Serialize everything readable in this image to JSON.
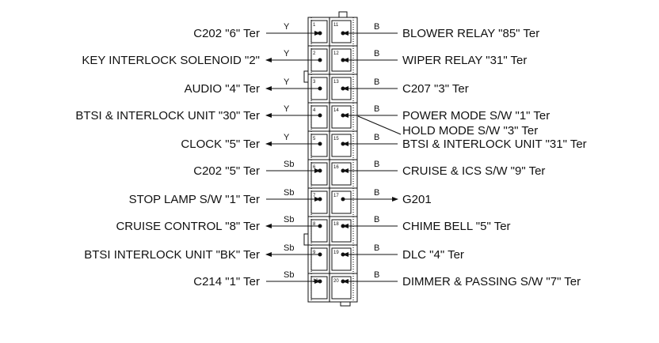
{
  "left": [
    {
      "label": "C202 \"6\" Ter",
      "color": "Y",
      "pin": "1",
      "dir": "in"
    },
    {
      "label": "KEY INTERLOCK SOLENOID \"2\"",
      "color": "Y",
      "pin": "2",
      "dir": "out"
    },
    {
      "label": "AUDIO \"4\" Ter",
      "color": "Y",
      "pin": "3",
      "dir": "out"
    },
    {
      "label": "BTSI & INTERLOCK UNIT \"30\" Ter",
      "color": "Y",
      "pin": "4",
      "dir": "out"
    },
    {
      "label": "CLOCK \"5\" Ter",
      "color": "Y",
      "pin": "5",
      "dir": "out"
    },
    {
      "label": "C202 \"5\" Ter",
      "color": "Sb",
      "pin": "6",
      "dir": "in"
    },
    {
      "label": "STOP LAMP S/W \"1\" Ter",
      "color": "Sb",
      "pin": "7",
      "dir": "in"
    },
    {
      "label": "CRUISE CONTROL \"8\" Ter",
      "color": "Sb",
      "pin": "8",
      "dir": "out"
    },
    {
      "label": "BTSI  INTERLOCK UNIT \"BK\" Ter",
      "color": "Sb",
      "pin": "9",
      "dir": "out"
    },
    {
      "label": "C214 \"1\" Ter",
      "color": "Sb",
      "pin": "10",
      "dir": "in"
    }
  ],
  "right": [
    {
      "label": "BLOWER RELAY \"85\" Ter",
      "color": "B",
      "pin": "11",
      "dir": "in"
    },
    {
      "label": "WIPER RELAY \"31\" Ter",
      "color": "B",
      "pin": "12",
      "dir": "in"
    },
    {
      "label": "C207 \"3\" Ter",
      "color": "B",
      "pin": "13",
      "dir": "in"
    },
    {
      "label": "POWER MODE S/W \"1\" Ter",
      "color": "B",
      "pin": "14",
      "dir": "in"
    },
    {
      "label": "BTSI & INTERLOCK UNIT \"31\" Ter",
      "color": "B",
      "pin": "15",
      "dir": "in"
    },
    {
      "label": "CRUISE & ICS S/W \"9\" Ter",
      "color": "B",
      "pin": "16",
      "dir": "in"
    },
    {
      "label": "G201",
      "color": "B",
      "pin": "17",
      "dir": "out"
    },
    {
      "label": "CHIME BELL \"5\" Ter",
      "color": "B",
      "pin": "18",
      "dir": "in"
    },
    {
      "label": "DLC \"4\" Ter",
      "color": "B",
      "pin": "19",
      "dir": "in"
    },
    {
      "label": "DIMMER & PASSING S/W \"7\" Ter",
      "color": "B",
      "pin": "20",
      "dir": "in"
    }
  ],
  "extra": {
    "label": "HOLD MODE S/W \"3\" Ter",
    "pin": "14"
  }
}
